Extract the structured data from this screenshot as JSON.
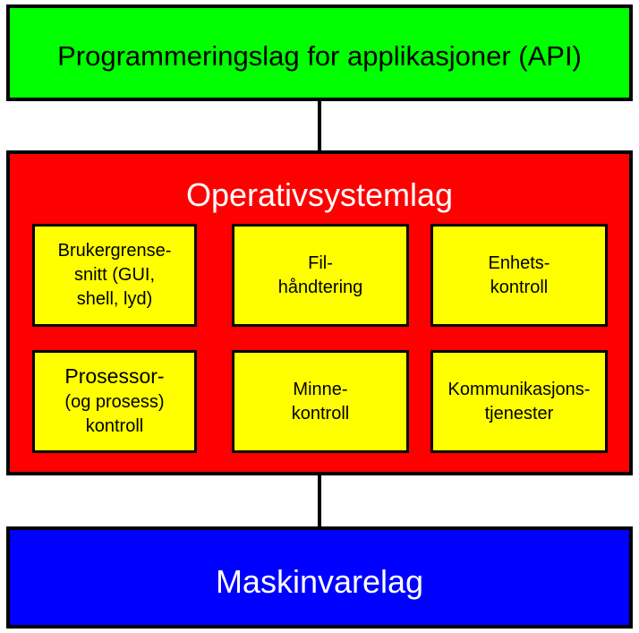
{
  "layers": {
    "api": {
      "label": "Programmeringslag for applikasjoner (API)",
      "color": "#00ff00"
    },
    "os": {
      "label": "Operativsystemlag",
      "color": "#ff0000"
    },
    "hardware": {
      "label": "Maskinvarelag",
      "color": "#0000ff"
    }
  },
  "os_modules": [
    {
      "text": "Brukergrense-\nsnitt (GUI,\nshell, lyd)"
    },
    {
      "text": "Fil-\nhåndtering"
    },
    {
      "text": "Enhets-\nkontroll"
    },
    {
      "text": "Prosessor-\n(og prosess)\nkontroll"
    },
    {
      "text": "Minne-\nkontroll"
    },
    {
      "text": "Kommunikasjons-\ntjenester"
    }
  ],
  "colors": {
    "module_fill": "#ffff00",
    "border": "#000000"
  }
}
